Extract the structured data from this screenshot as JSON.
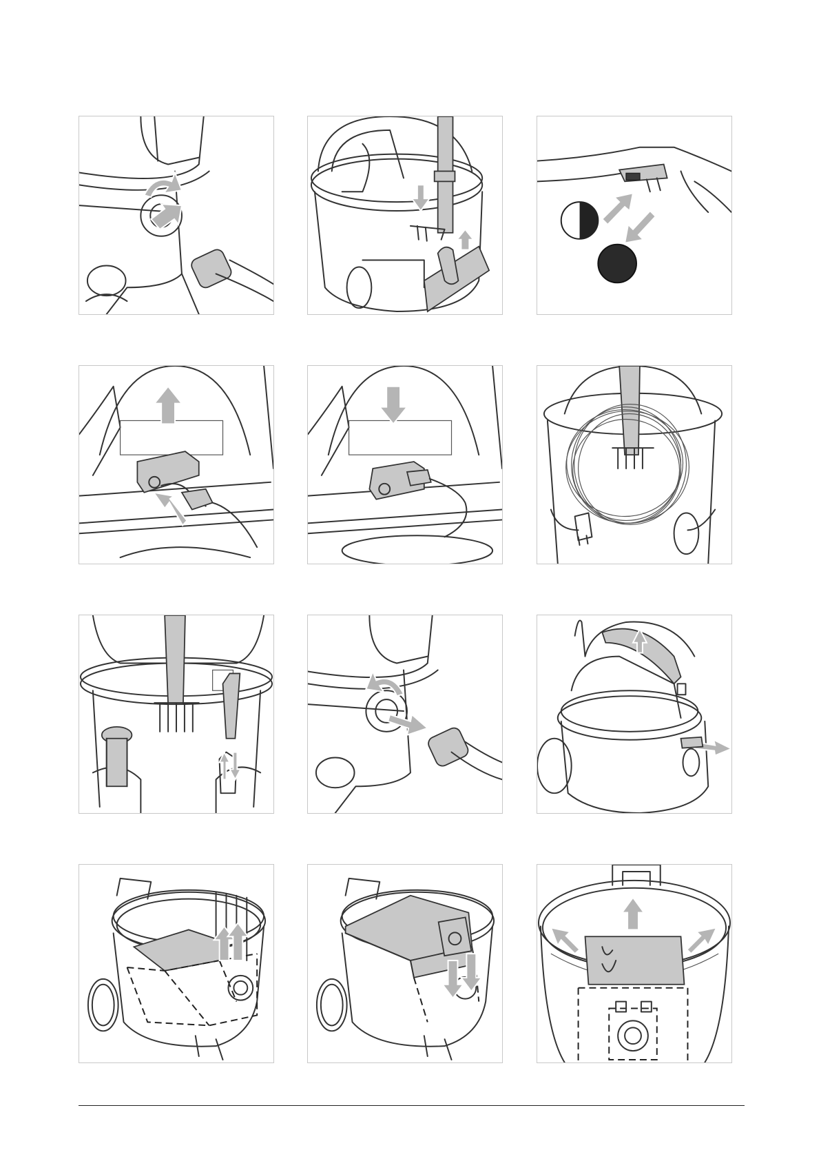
{
  "figures": [
    {
      "id": "hose-connect",
      "icon": "hose-connect-icon"
    },
    {
      "id": "tube-park",
      "icon": "tube-park-icon"
    },
    {
      "id": "suction-regulator",
      "icon": "suction-regulator-icon"
    },
    {
      "id": "cable-holder-up",
      "icon": "cable-holder-up-icon"
    },
    {
      "id": "cable-holder-down",
      "icon": "cable-holder-down-icon"
    },
    {
      "id": "cable-wound",
      "icon": "cable-wound-icon"
    },
    {
      "id": "accessory-storage",
      "icon": "accessory-storage-icon"
    },
    {
      "id": "hose-disconnect",
      "icon": "hose-disconnect-icon"
    },
    {
      "id": "lid-open",
      "icon": "lid-open-icon"
    },
    {
      "id": "bag-remove",
      "icon": "bag-remove-icon"
    },
    {
      "id": "bag-insert",
      "icon": "bag-insert-icon"
    },
    {
      "id": "bag-position",
      "icon": "bag-position-icon"
    }
  ],
  "colors": {
    "panel_border": "#c8c8c8",
    "arrow": "#b5b5b5",
    "line": "#333333"
  }
}
